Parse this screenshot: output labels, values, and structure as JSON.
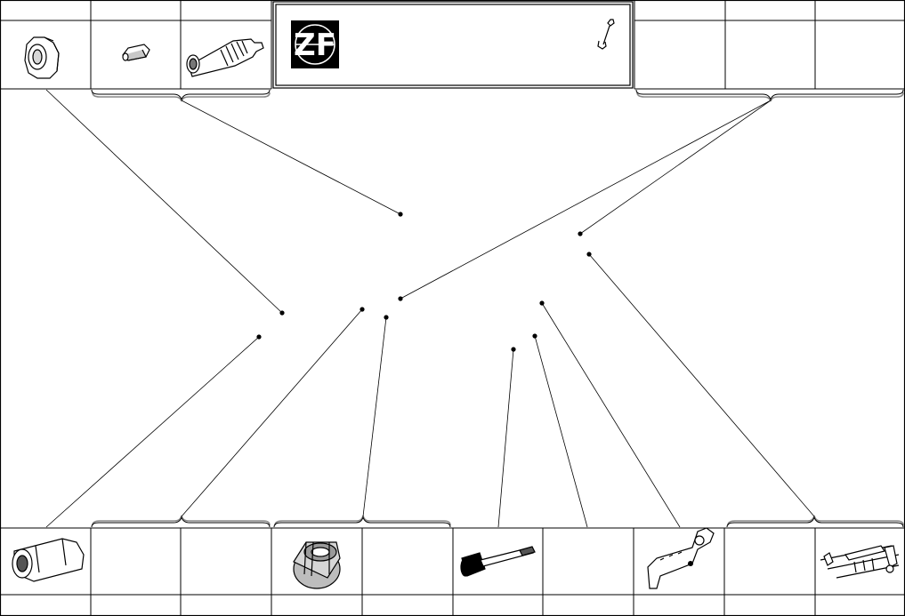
{
  "brand": {
    "logo_text": "ZF",
    "logo_color": "#000000"
  },
  "header": {
    "wrench_icon": "wrench-icon"
  },
  "top_tools": [
    {
      "id": "T1",
      "icon": "socket-nut-icon"
    },
    {
      "id": "T2",
      "icon": "hex-adapter-icon"
    },
    {
      "id": "T3",
      "icon": "threaded-drift-icon"
    },
    {
      "id": "T4",
      "icon": "empty"
    },
    {
      "id": "T5",
      "icon": "empty"
    },
    {
      "id": "T6",
      "icon": "empty"
    }
  ],
  "bottom_tools": [
    {
      "id": "B1",
      "icon": "hex-socket-icon"
    },
    {
      "id": "B2",
      "icon": "empty"
    },
    {
      "id": "B3",
      "icon": "empty"
    },
    {
      "id": "B4",
      "icon": "bearing-sleeve-icon"
    },
    {
      "id": "B5",
      "icon": "empty"
    },
    {
      "id": "B6",
      "icon": "mallet-icon"
    },
    {
      "id": "B7",
      "icon": "empty"
    },
    {
      "id": "B8",
      "icon": "hook-wrench-icon"
    },
    {
      "id": "B9",
      "icon": "empty"
    },
    {
      "id": "B10",
      "icon": "puller-icon"
    }
  ],
  "colors": {
    "line": "#000000",
    "brace_shadow": "#888888",
    "background": "#ffffff"
  }
}
